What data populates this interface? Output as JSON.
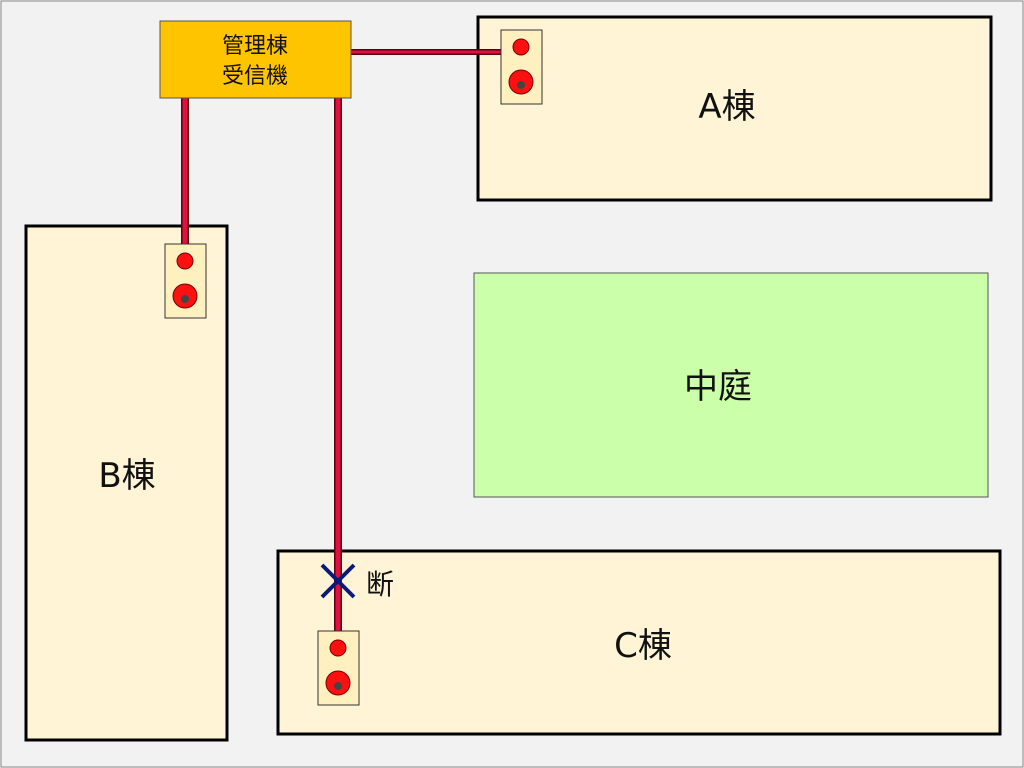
{
  "receiver": {
    "line1": "管理棟",
    "line2": "受信機"
  },
  "buildings": {
    "a": "A棟",
    "b": "B棟",
    "c": "C棟"
  },
  "courtyard": "中庭",
  "break_marker": {
    "symbol": "✕",
    "label": "断"
  },
  "colors": {
    "background": "#f2f2f2",
    "building_fill": "#fff5d6",
    "courtyard_fill": "#ccffaa",
    "receiver_fill": "#ffc400",
    "wire": "#d8003a",
    "lamp": "#ff1010",
    "break_mark": "#0a1a7a"
  },
  "devices": [
    {
      "name": "device-a-icon",
      "building": "A棟"
    },
    {
      "name": "device-b-icon",
      "building": "B棟"
    },
    {
      "name": "device-c-icon",
      "building": "C棟"
    }
  ]
}
